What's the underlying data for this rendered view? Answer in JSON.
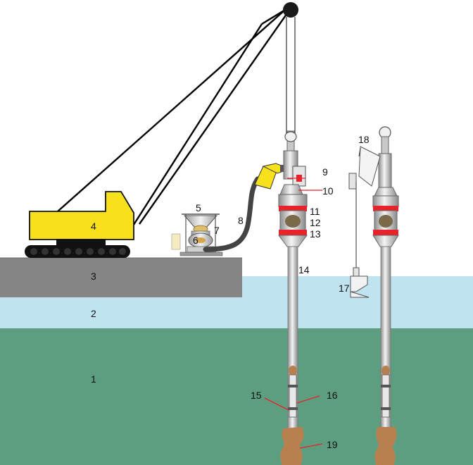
{
  "labels": {
    "l1": "1",
    "l2": "2",
    "l3": "3",
    "l4": "4",
    "l5": "5",
    "l6": "6",
    "l7": "7",
    "l8": "8",
    "l9": "9",
    "l10": "10",
    "l11": "11",
    "l12": "12",
    "l13": "13",
    "l14": "14",
    "l15": "15",
    "l16": "16",
    "l17": "17",
    "l18": "18",
    "l19": "19"
  },
  "colors": {
    "seabed": "#5e9e80",
    "water": "#bfe3ef",
    "quay": "#858585",
    "crane_body": "#f6e11c",
    "track": "#111111",
    "tube": "#d4d4d4",
    "red_band": "#e8222a",
    "pile": "#b7804f",
    "hose": "#444444"
  }
}
